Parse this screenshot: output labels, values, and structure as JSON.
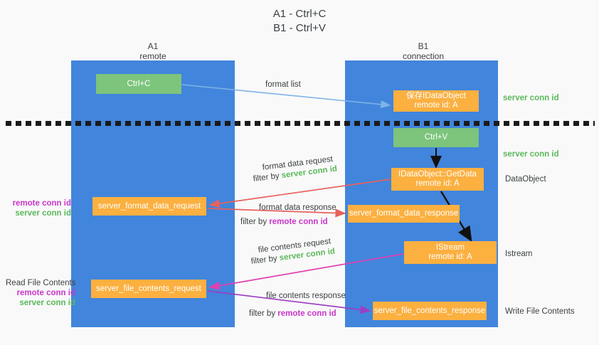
{
  "title": {
    "line1": "A1 - Ctrl+C",
    "line2": "B1 - Ctrl+V"
  },
  "lanes": [
    {
      "id": "A1",
      "name": "A1",
      "sub": "remote",
      "color": "#4285dc"
    },
    {
      "id": "B1",
      "name": "B1",
      "sub": "connection",
      "color": "#4285dc"
    }
  ],
  "colors": {
    "lane": "#4285dc",
    "green_box": "#7dc47d",
    "orange_box": "#fbb040",
    "server_conn_id": "#5cb85c",
    "remote_conn_id": "#c936c9",
    "arrow_blue": "#7eb3e8",
    "arrow_red": "#e8615c",
    "arrow_magenta": "#e040b0",
    "arrow_purple": "#9b3fc4",
    "arrow_black": "#111111",
    "divider": "#1a1a1a",
    "background": "#f9f9f9"
  },
  "boxes": {
    "ctrl_c": {
      "line1": "Ctrl+C",
      "line2": ""
    },
    "data_object": {
      "line1": "保存IDataObject",
      "line2": "remote id: A"
    },
    "ctrl_v": {
      "line1": "Ctrl+V",
      "line2": ""
    },
    "get_data": {
      "line1": "IDataObject::GetData",
      "line2": "remote id: A"
    },
    "format_data_request": {
      "line1": "server_format_data_request",
      "line2": ""
    },
    "format_data_response": {
      "line1": "server_format_data_response",
      "line2": ""
    },
    "istream": {
      "line1": "IStream",
      "line2": "remote id: A"
    },
    "file_contents_request": {
      "line1": "server_file_contents_request",
      "line2": ""
    },
    "file_contents_response": {
      "line1": "server_file_contents_response",
      "line2": ""
    }
  },
  "flow_labels": {
    "format_list": "format list",
    "format_data_request": "format data request",
    "format_data_request_filter_prefix": "filter by ",
    "format_data_request_filter_value": "server conn id",
    "format_data_response": "format data response",
    "format_data_response_filter_prefix": "filter by ",
    "format_data_response_filter_value": "remote conn id",
    "file_contents_request": "file contents request",
    "file_contents_request_filter_prefix": "filter by ",
    "file_contents_request_filter_value": "server conn id",
    "file_contents_response": "file contents response",
    "file_contents_response_filter_prefix": "filter by ",
    "file_contents_response_filter_value": "remote conn id"
  },
  "side_labels": {
    "server_conn_id_1": "server conn id",
    "server_conn_id_2": "server conn id",
    "data_object": "DataObject",
    "istream": "Istream",
    "write_file_contents": "Write File Contents"
  },
  "left_labels": {
    "block1_remote": "remote conn id",
    "block1_server": "server conn id",
    "read_file_contents": "Read File Contents",
    "block2_remote": "remote conn id",
    "block2_server": "server conn id"
  }
}
